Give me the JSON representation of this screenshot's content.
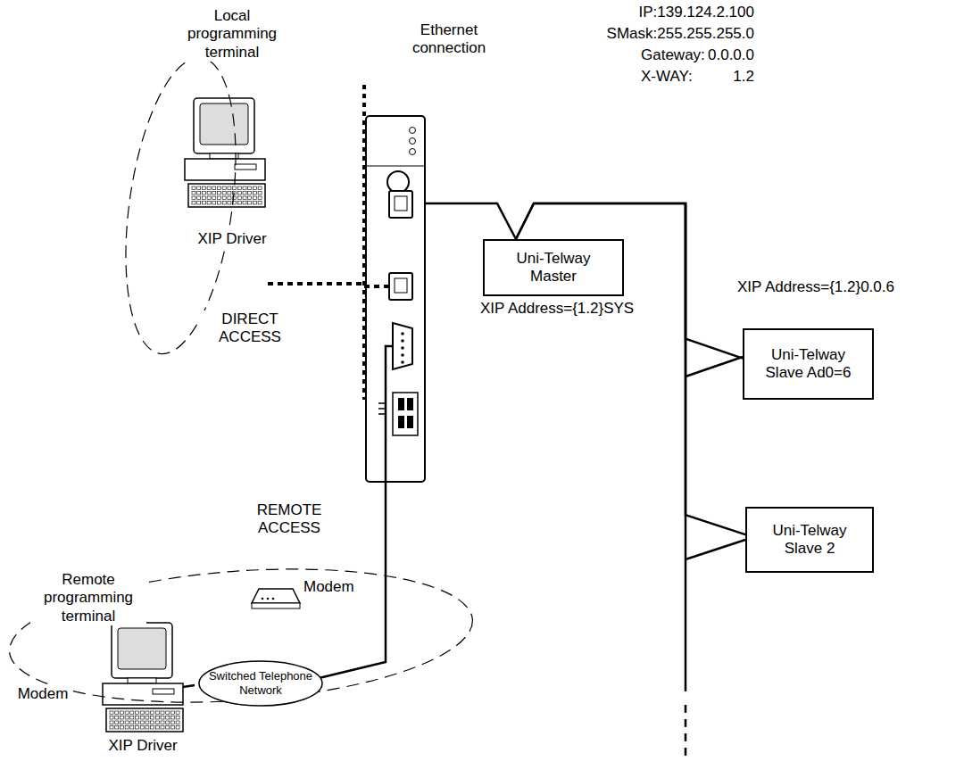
{
  "diagram": {
    "nodes": [
      {
        "text": [
          "Local programming terminal",
          "XIP Driver",
          "DIRECT ACCESS"
        ]
      },
      {
        "text": [
          "Remote programming terminal",
          "Modem",
          "XIP Driver"
        ]
      },
      {
        "text": [
          "Switched Telephone Network"
        ],
        "in": 1
      },
      {
        "text": [
          "Uni-Telway Master"
        ]
      },
      {
        "text": [
          "Uni-Telway Slave Ad0=6"
        ]
      },
      {
        "text": [
          "Uni-Telway Slave 2"
        ]
      }
    ],
    "edges": [
      {
        "from": 3,
        "to": 4,
        "arrow": "none"
      },
      {
        "from": 3,
        "to": 5,
        "arrow": "none"
      }
    ],
    "labels": [
      "IP:139.124.2.100",
      "SMask:255.255.255.0",
      "Gateway:",
      "0.0.0.0",
      "X-WAY:",
      "1.2",
      "Ethernet connection",
      "XIP Address={1.2}SYS",
      "XIP Address={1.2}0.0.6",
      "REMOTE ACCESS",
      "Modem"
    ]
  }
}
